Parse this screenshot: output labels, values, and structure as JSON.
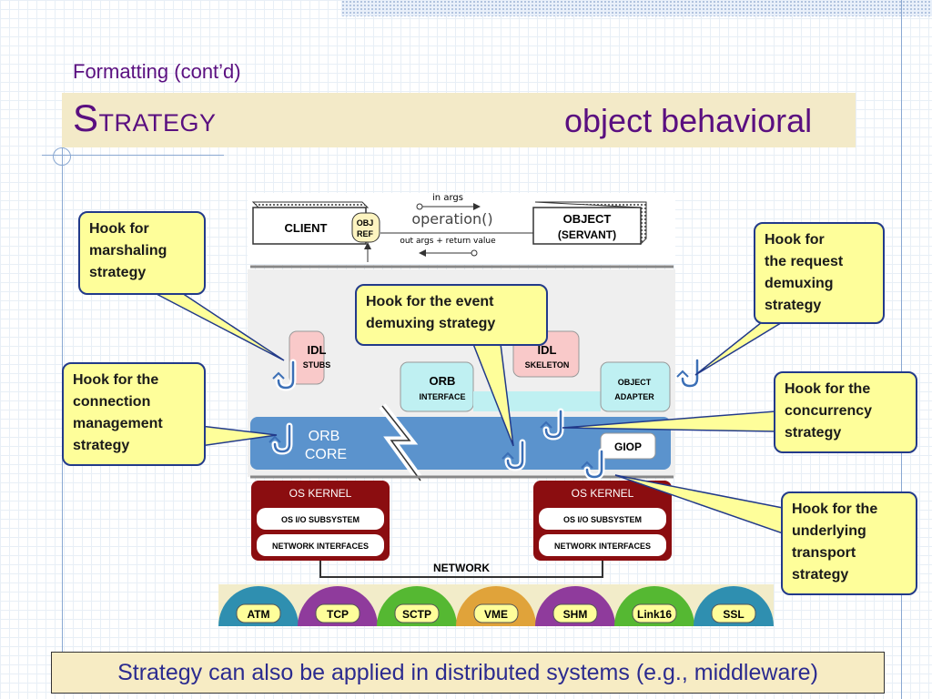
{
  "slide": {
    "subtitle": "Formatting (cont’d)",
    "title_cap": "S",
    "title_rest": "TRATEGY",
    "title_right": "object behavioral",
    "footer": "Strategy can also be applied in distributed systems (e.g., middleware)"
  },
  "callouts": {
    "marshaling": [
      "Hook for",
      "marshaling",
      "strategy"
    ],
    "event": [
      "Hook for the event",
      "demuxing strategy"
    ],
    "request": [
      "Hook for",
      "the request",
      "demuxing",
      "strategy"
    ],
    "connection": [
      "Hook for the",
      "connection",
      "management",
      "strategy"
    ],
    "concurrency": [
      "Hook for the",
      "concurrency",
      "strategy"
    ],
    "transport": [
      "Hook for the",
      "underlying",
      "transport",
      "strategy"
    ]
  },
  "diagram": {
    "in_args": "in  args",
    "operation": "operation()",
    "out_args": "out  args + return  value",
    "client": "CLIENT",
    "obj_ref_1": "OBJ",
    "obj_ref_2": "REF",
    "object": "OBJECT",
    "servant": "(SERVANT)",
    "idl_stubs_1": "IDL",
    "idl_stubs_2": "STUBS",
    "idl_skel_1": "IDL",
    "idl_skel_2": "SKELETON",
    "orb_if_1": "ORB",
    "orb_if_2": "INTERFACE",
    "obj_adapter_1": "OBJECT",
    "obj_adapter_2": "ADAPTER",
    "orb_core_1": "ORB",
    "orb_core_2": "CORE",
    "giop": "GIOP",
    "os_kernel": "OS  KERNEL",
    "os_io": "OS  I/O  SUBSYSTEM",
    "net_if": "NETWORK  INTERFACES",
    "network": "NETWORK",
    "protocols": [
      "ATM",
      "TCP",
      "SCTP",
      "VME",
      "SHM",
      "Link16",
      "SSL"
    ]
  },
  "colors": {
    "title": "#5a0f80",
    "callout_fill": "#fefe9a",
    "callout_border": "#223a8a",
    "orb_core": "#5b93cd",
    "os_kernel": "#8b0d10",
    "idl": "#f9c9c9",
    "orb_if": "#bff0f2",
    "protocol_colors": [
      "#2f8fb0",
      "#8f3b9c",
      "#55b832",
      "#e0a33a",
      "#8f3b9c",
      "#55b832",
      "#2f8fb0"
    ]
  }
}
